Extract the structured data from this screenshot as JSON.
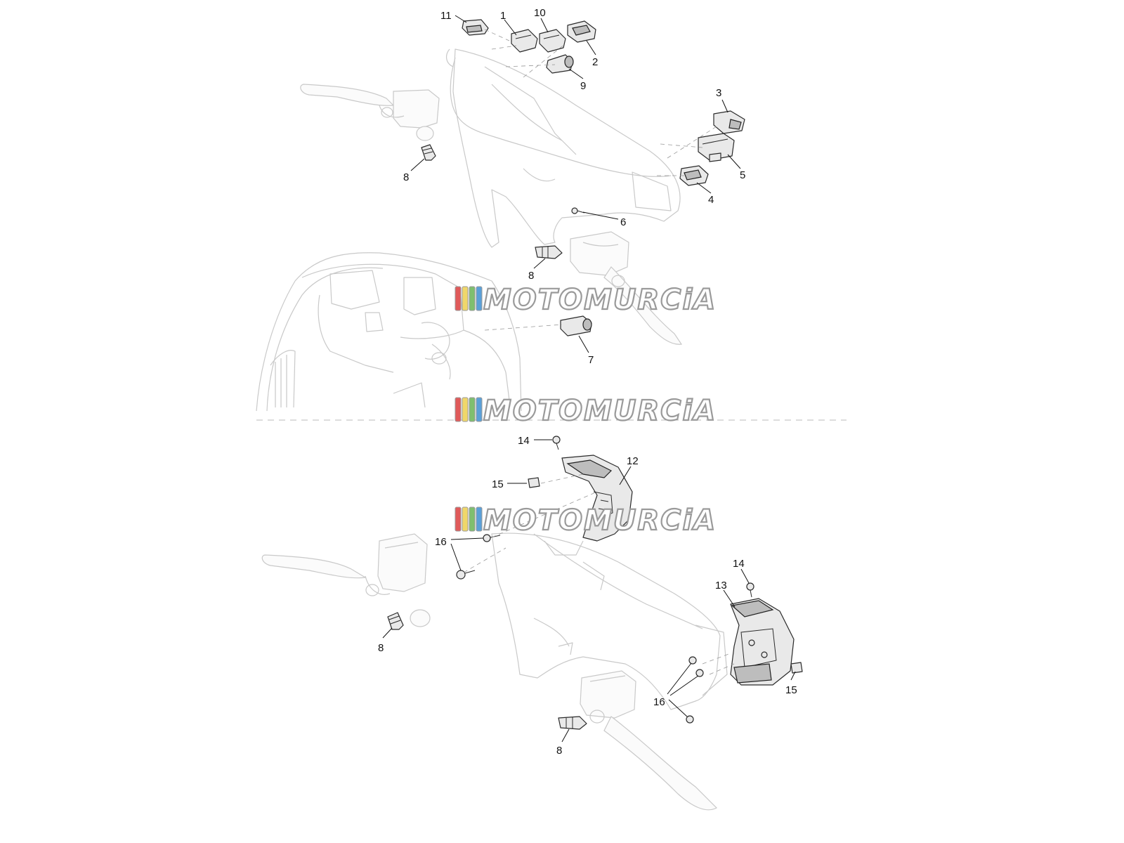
{
  "callouts": [
    {
      "n": "11"
    },
    {
      "n": "1"
    },
    {
      "n": "10"
    },
    {
      "n": "2"
    },
    {
      "n": "9"
    },
    {
      "n": "3"
    },
    {
      "n": "5"
    },
    {
      "n": "4"
    },
    {
      "n": "6"
    },
    {
      "n": "8"
    },
    {
      "n": "8"
    },
    {
      "n": "7"
    },
    {
      "n": "14"
    },
    {
      "n": "12"
    },
    {
      "n": "15"
    },
    {
      "n": "16"
    },
    {
      "n": "8"
    },
    {
      "n": "14"
    },
    {
      "n": "13"
    },
    {
      "n": "15"
    },
    {
      "n": "16"
    },
    {
      "n": "8"
    }
  ],
  "watermark": {
    "text": "MOTOMURCiA",
    "stripe_colors": [
      "#e05a5a",
      "#f0d76a",
      "#7fbf6e",
      "#5aa0d8"
    ]
  },
  "colors": {
    "line": "#111111",
    "phantom": "#c9c9c9",
    "part_fill": "#e9e9e9"
  }
}
